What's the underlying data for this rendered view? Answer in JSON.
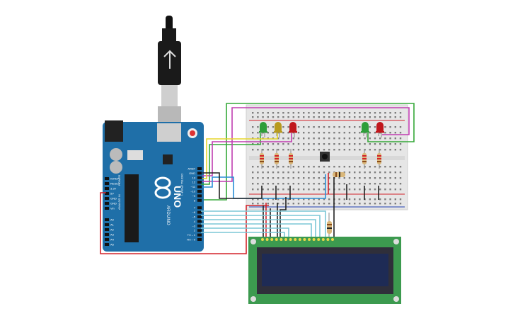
{
  "arduino": {
    "logo": "UNO",
    "brand": "ARDUINO",
    "digital_header": "DIGITAL (PWM~)",
    "analog_header": "ANALOG IN",
    "power_header": "POWER",
    "digital_pins": [
      "AREF",
      "GND",
      "13",
      "12",
      "~11",
      "~10",
      "~9",
      "8",
      "7",
      "~6",
      "~5",
      "4",
      "~3",
      "2",
      "TX→1",
      "RX←0"
    ],
    "power_pins": [
      "IOREF",
      "RESET",
      "3.3V",
      "5V",
      "GND",
      "GND",
      "Vin"
    ],
    "analog_pins": [
      "A0",
      "A1",
      "A2",
      "A3",
      "A4",
      "A5"
    ]
  },
  "breadboard": {
    "columns": 30
  },
  "lcd": {
    "pin_count": 16
  },
  "leds": [
    {
      "color": "#2e9e3a"
    },
    {
      "color": "#b89a1e"
    },
    {
      "color": "#c0171c"
    },
    {
      "color": "#2e9e3a"
    },
    {
      "color": "#c0171c"
    }
  ],
  "colors": {
    "board": "#1f6fa8",
    "lcd_pcb": "#3c9a4f",
    "lcd_screen": "#1e2b55",
    "wire_red": "#d3232a",
    "wire_black": "#222222",
    "wire_green": "#35a838",
    "wire_purple": "#c03db0",
    "wire_yellow": "#e5d52c",
    "wire_blue": "#2a8ed6",
    "wire_cyan": "#7cc7d6"
  }
}
